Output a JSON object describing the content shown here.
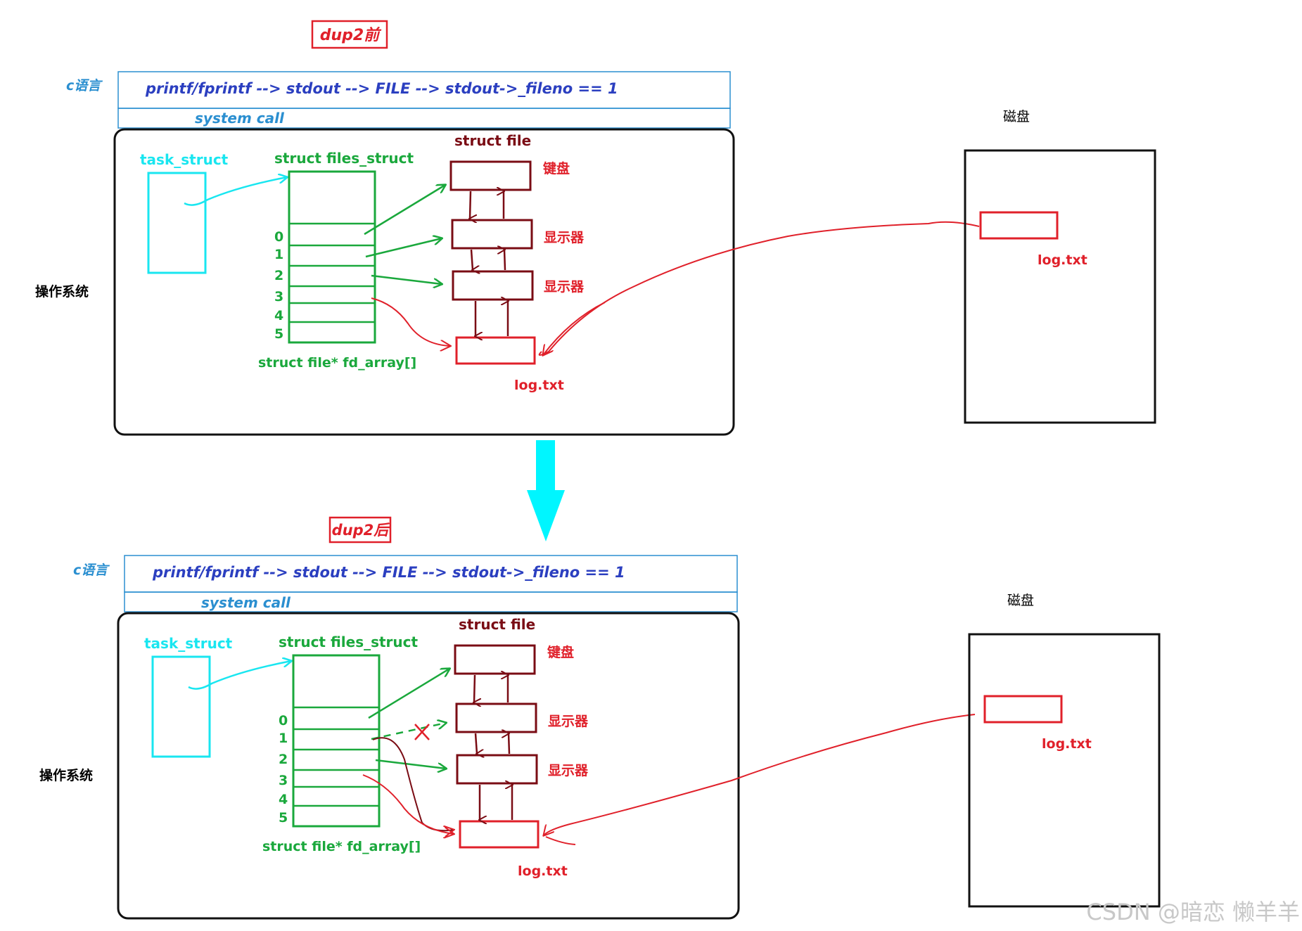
{
  "top": {
    "stage_label": "dup2前",
    "c_lang_label": "c语言",
    "call_chain": "printf/fprintf --> stdout --> FILE --> stdout->_fileno == 1",
    "system_call": "system call",
    "os_label": "操作系统",
    "task_struct": "task_struct",
    "files_struct": "struct files_struct",
    "struct_file": "struct file",
    "fd_array": "struct file* fd_array[]",
    "fd_numbers": [
      "0",
      "1",
      "2",
      "3",
      "4",
      "5"
    ],
    "files": [
      "键盘",
      "显示器",
      "显示器"
    ],
    "log_in_kernel": "log.txt",
    "disk_label": "磁盘",
    "disk_file": "log.txt"
  },
  "bottom": {
    "stage_label": "dup2后",
    "c_lang_label": "c语言",
    "call_chain": "printf/fprintf --> stdout --> FILE --> stdout->_fileno == 1",
    "system_call": "system call",
    "os_label": "操作系统",
    "task_struct": "task_struct",
    "files_struct": "struct files_struct",
    "struct_file": "struct file",
    "fd_array": "struct file* fd_array[]",
    "fd_numbers": [
      "0",
      "1",
      "2",
      "3",
      "4",
      "5"
    ],
    "files": [
      "键盘",
      "显示器",
      "显示器"
    ],
    "log_in_kernel": "log.txt",
    "disk_label": "磁盘",
    "disk_file": "log.txt"
  },
  "watermark": "CSDN @暗恋 懒羊羊",
  "colors": {
    "cyan": "#19e6f0",
    "green": "#1aa83c",
    "dark_red": "#7a0c14",
    "red": "#e0202a",
    "blue": "#2b3fc0",
    "sky": "#2b8fd0",
    "big_arrow": "#00f6ff"
  }
}
